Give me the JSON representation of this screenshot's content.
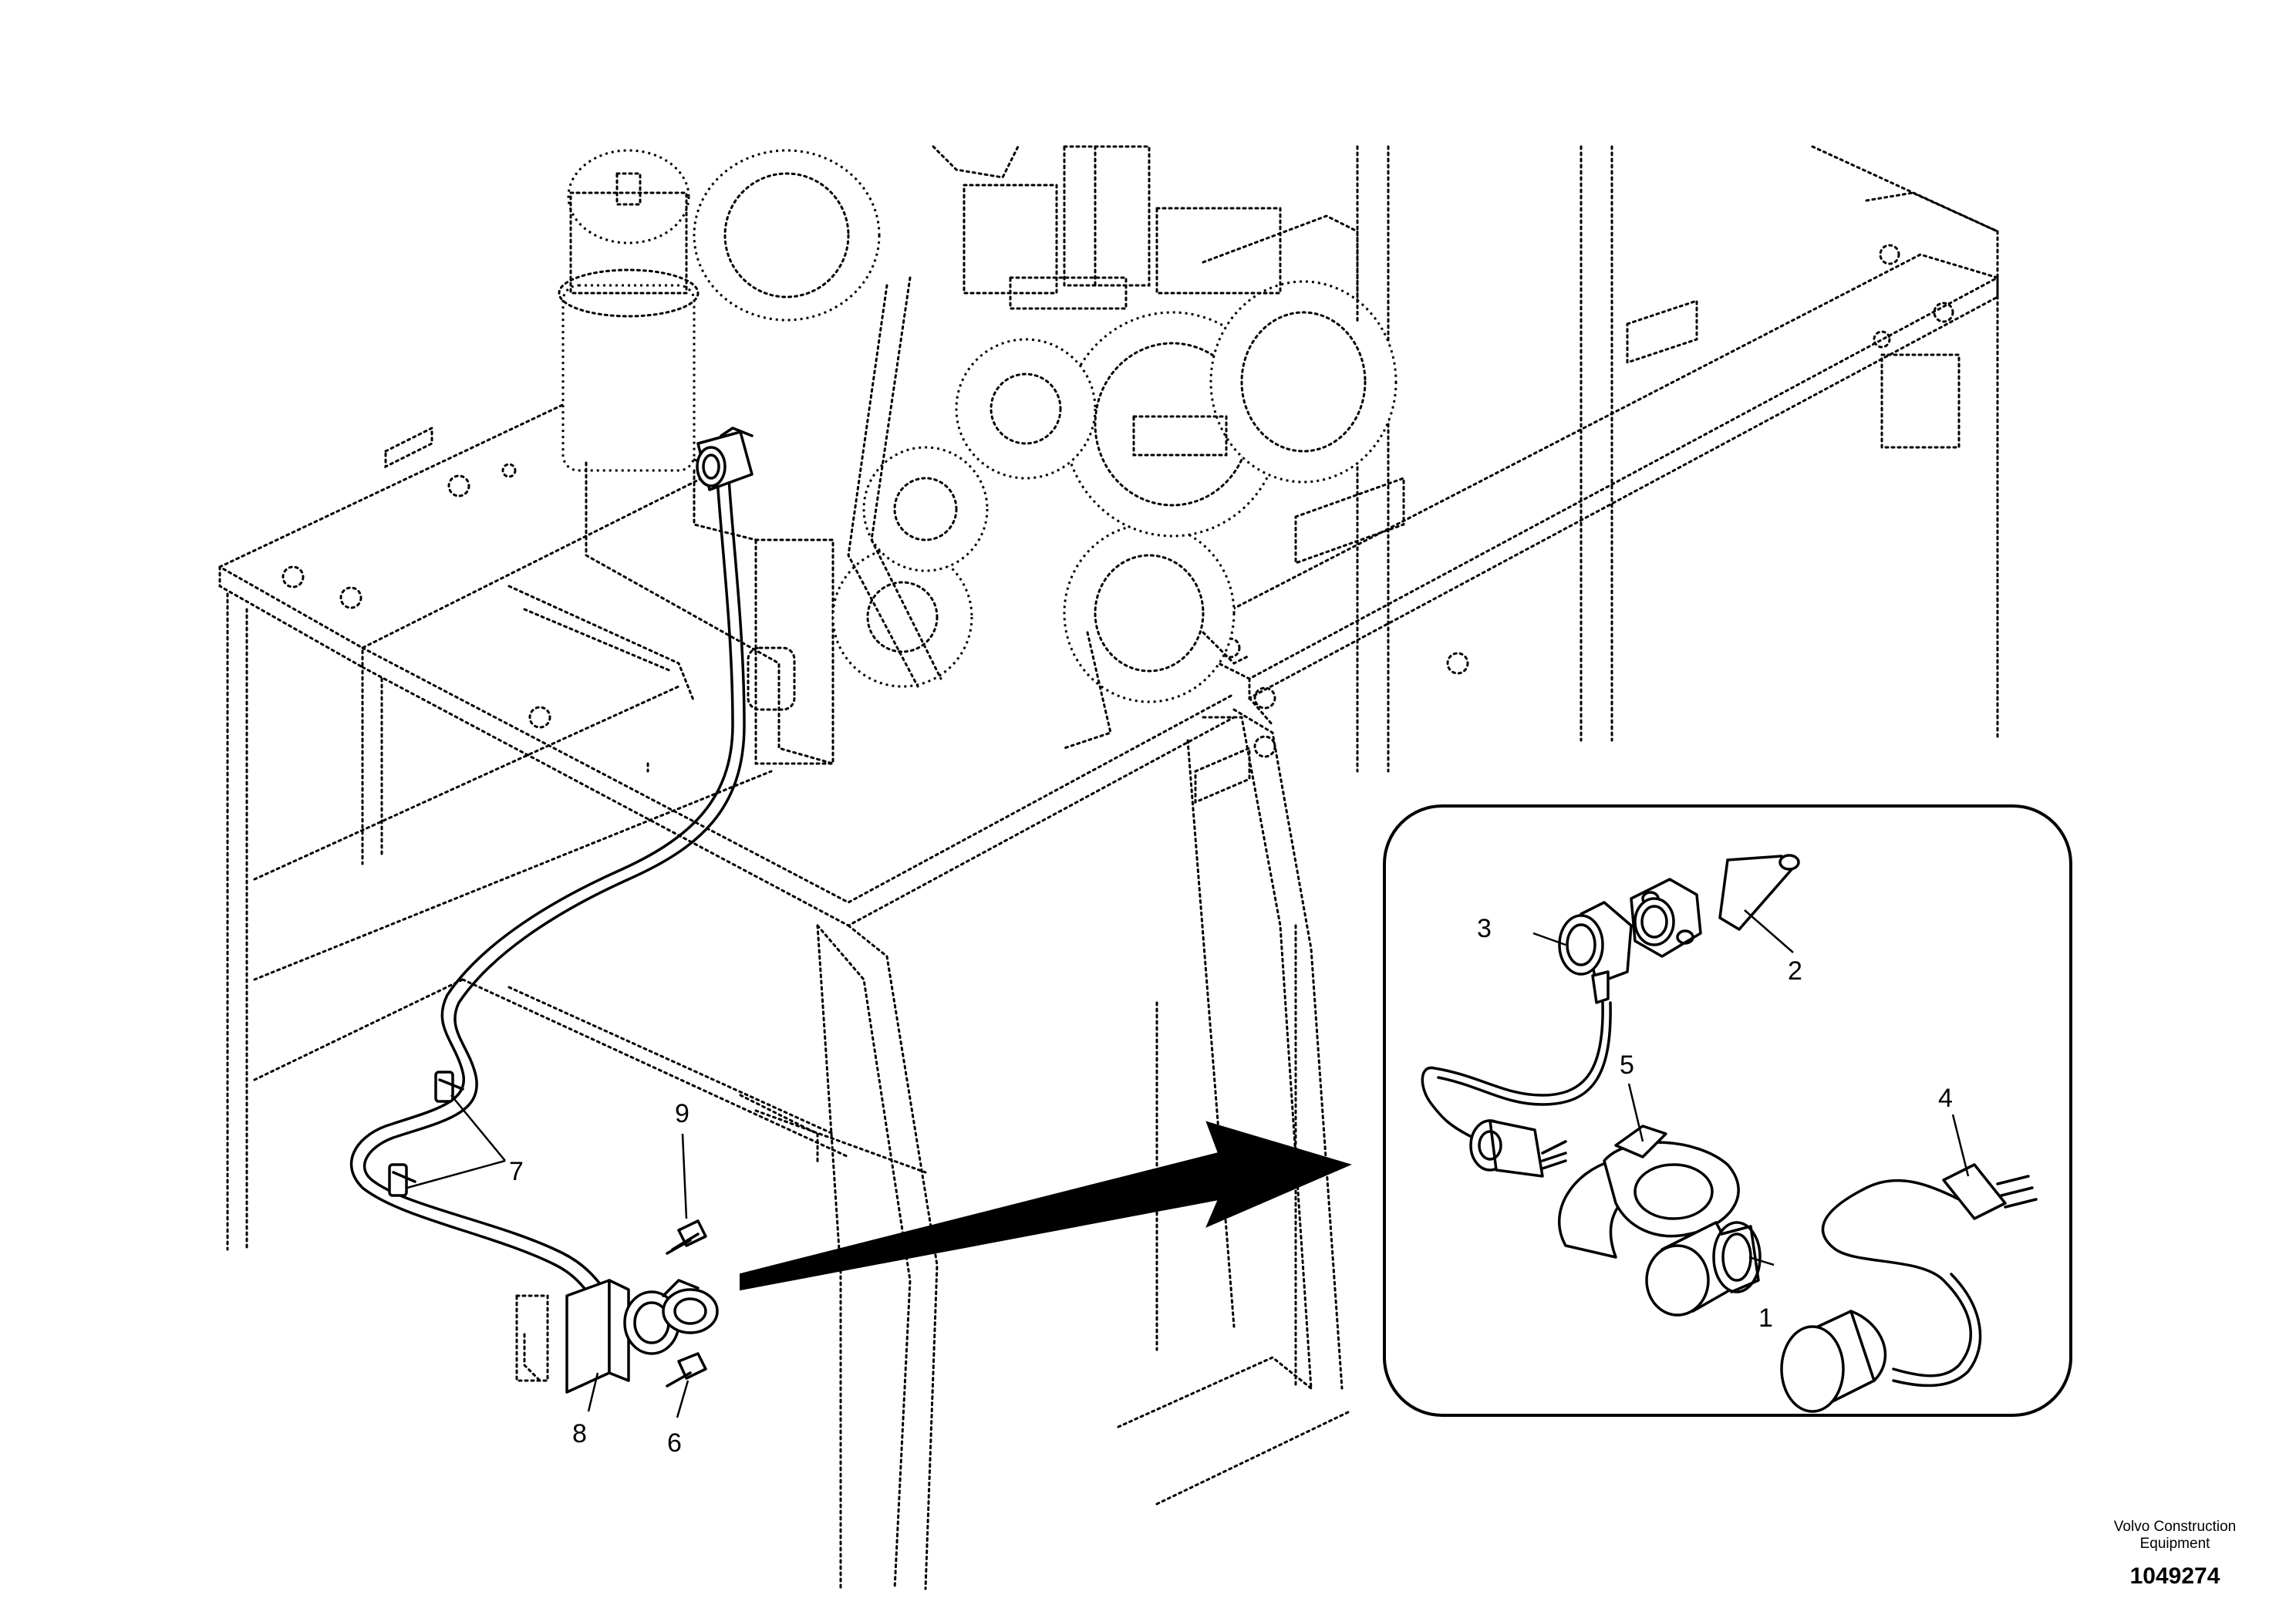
{
  "diagram": {
    "callouts": [
      "1",
      "2",
      "3",
      "4",
      "5",
      "6",
      "7",
      "8",
      "9"
    ],
    "caption_line1": "Volvo Construction",
    "caption_line2": "Equipment",
    "document_number": "1049274"
  }
}
